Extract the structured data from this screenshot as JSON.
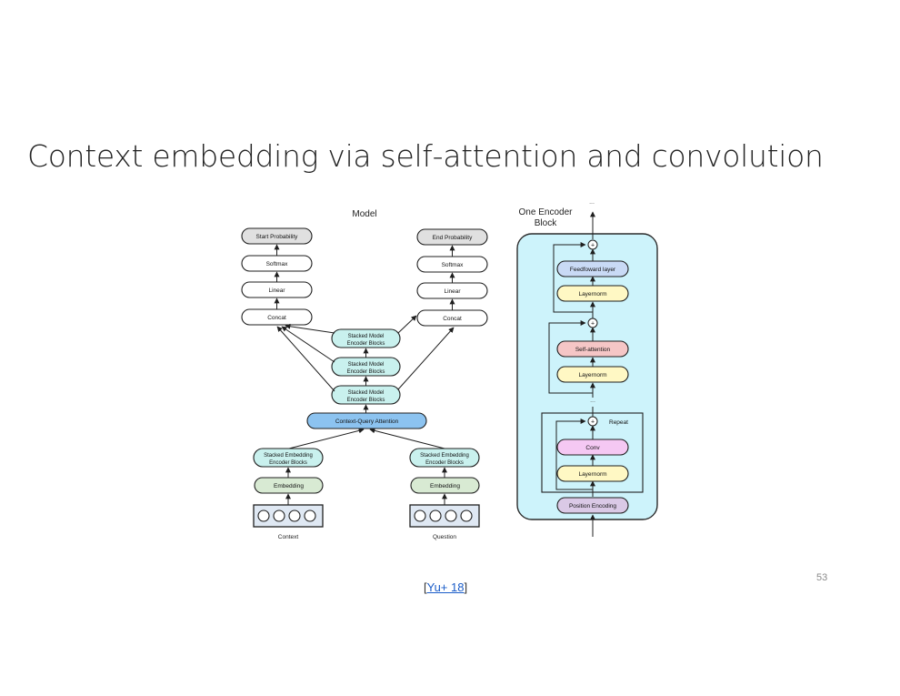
{
  "slide": {
    "title": "Context embedding via self-attention and convolution",
    "number": "53",
    "citation_open": "[",
    "citation_link": "Yu+ 18",
    "citation_close": "]"
  },
  "model": {
    "header": "Model",
    "start_head": [
      "Start Probability",
      "Softmax",
      "Linear",
      "Concat"
    ],
    "end_head": [
      "End Probability",
      "Softmax",
      "Linear",
      "Concat"
    ],
    "model_encoder_blocks": [
      [
        "Stacked Model",
        "Encoder Blocks"
      ],
      [
        "Stacked Model",
        "Encoder Blocks"
      ],
      [
        "Stacked Model",
        "Encoder Blocks"
      ]
    ],
    "attention": "Context-Query Attention",
    "embedding_encoder": [
      "Stacked Embedding",
      "Encoder Blocks"
    ],
    "embedding": "Embedding",
    "context_label": "Context",
    "question_label": "Question"
  },
  "encoder_block": {
    "header_lines": [
      "One Encoder",
      "Block"
    ],
    "top_ellipsis": "...",
    "mid_ellipsis": "...",
    "plus_symbol": "+",
    "feedforward": "Feedfoward layer",
    "layernorm": "Layernorm",
    "self_attention": "Self-attention",
    "repeat": "Repeat",
    "conv": "Conv",
    "position_encoding": "Position Encoding"
  },
  "colors": {
    "block_bg": "#cdf3fb",
    "block_border": "#2b2b2b",
    "attention_fill": "#8cc3f0",
    "encoder_teal": "#c9f1ee",
    "embedding_green": "#d8ead3",
    "gray_head": "#e0e0e0",
    "feedforward_blue": "#c9daf5",
    "layernorm_yellow": "#fff8c4",
    "selfattn_red": "#f5c6c6",
    "conv_pink": "#f5c8f3",
    "posenc_purple": "#dac9e6",
    "citation_link": "#1a5cc8"
  }
}
